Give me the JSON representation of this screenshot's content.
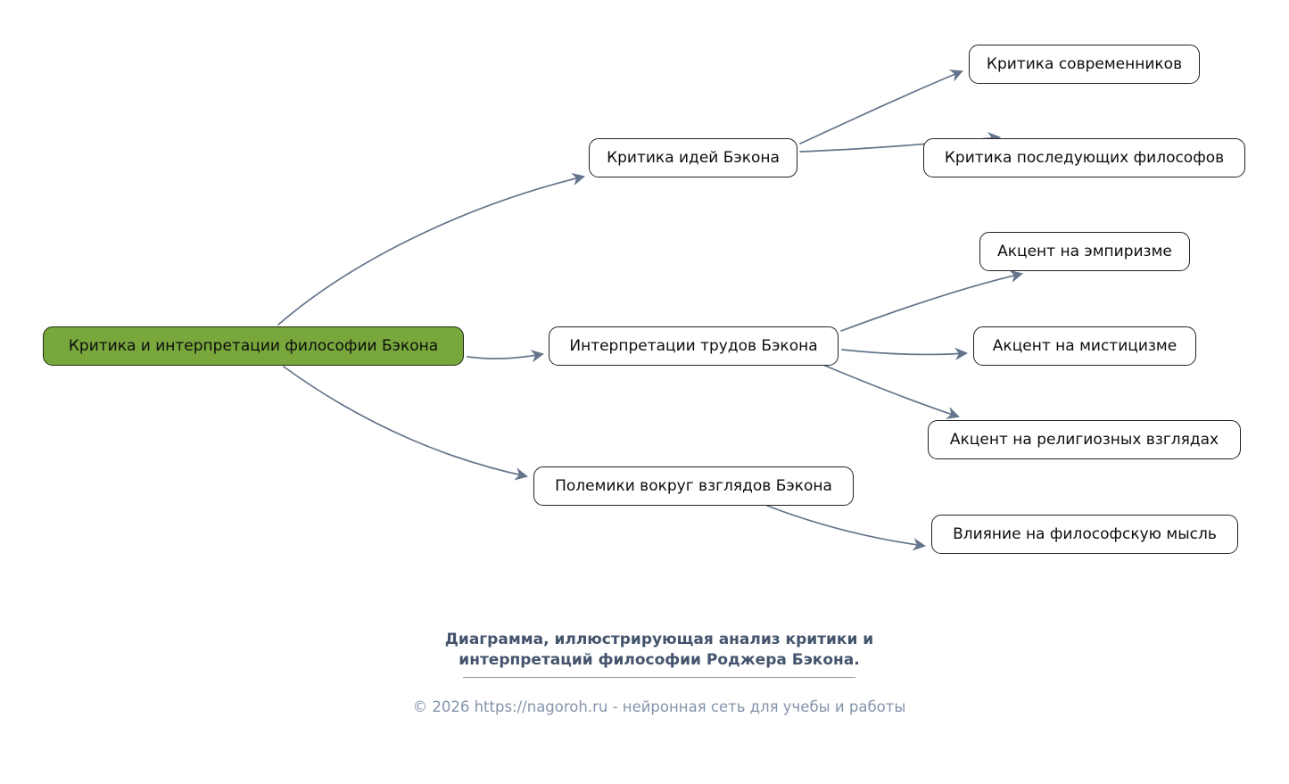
{
  "diagram": {
    "root": {
      "label": "Критика и интерпретации философии Бэкона"
    },
    "nodes": {
      "kritika_idei": {
        "label": "Критика идей Бэкона"
      },
      "kritika_sovremennikov": {
        "label": "Критика современников"
      },
      "kritika_posleduyushchikh": {
        "label": "Критика последующих философов"
      },
      "interpretatsii_trudov": {
        "label": "Интерпретации трудов Бэкона"
      },
      "aktsent_empirizm": {
        "label": "Акцент на эмпиризме"
      },
      "aktsent_mistitsizm": {
        "label": "Акцент на мистицизме"
      },
      "aktsent_religioznye": {
        "label": "Акцент на религиозных взглядах"
      },
      "polemiki": {
        "label": "Полемики вокруг взглядов Бэкона"
      },
      "vliyanie": {
        "label": "Влияние на философскую мысль"
      }
    }
  },
  "footer": {
    "caption_line1": "Диаграмма, иллюстрирующая анализ критики и",
    "caption_line2": "интерпретаций философии Роджера Бэкона.",
    "copyright": "© 2026 https://nagoroh.ru - нейронная сеть для учебы и работы"
  },
  "colors": {
    "root_fill": "#78a73c",
    "node_border": "#222222",
    "arrow": "#64748b",
    "caption_text": "#44546c",
    "copyright_text": "#8494ab"
  }
}
